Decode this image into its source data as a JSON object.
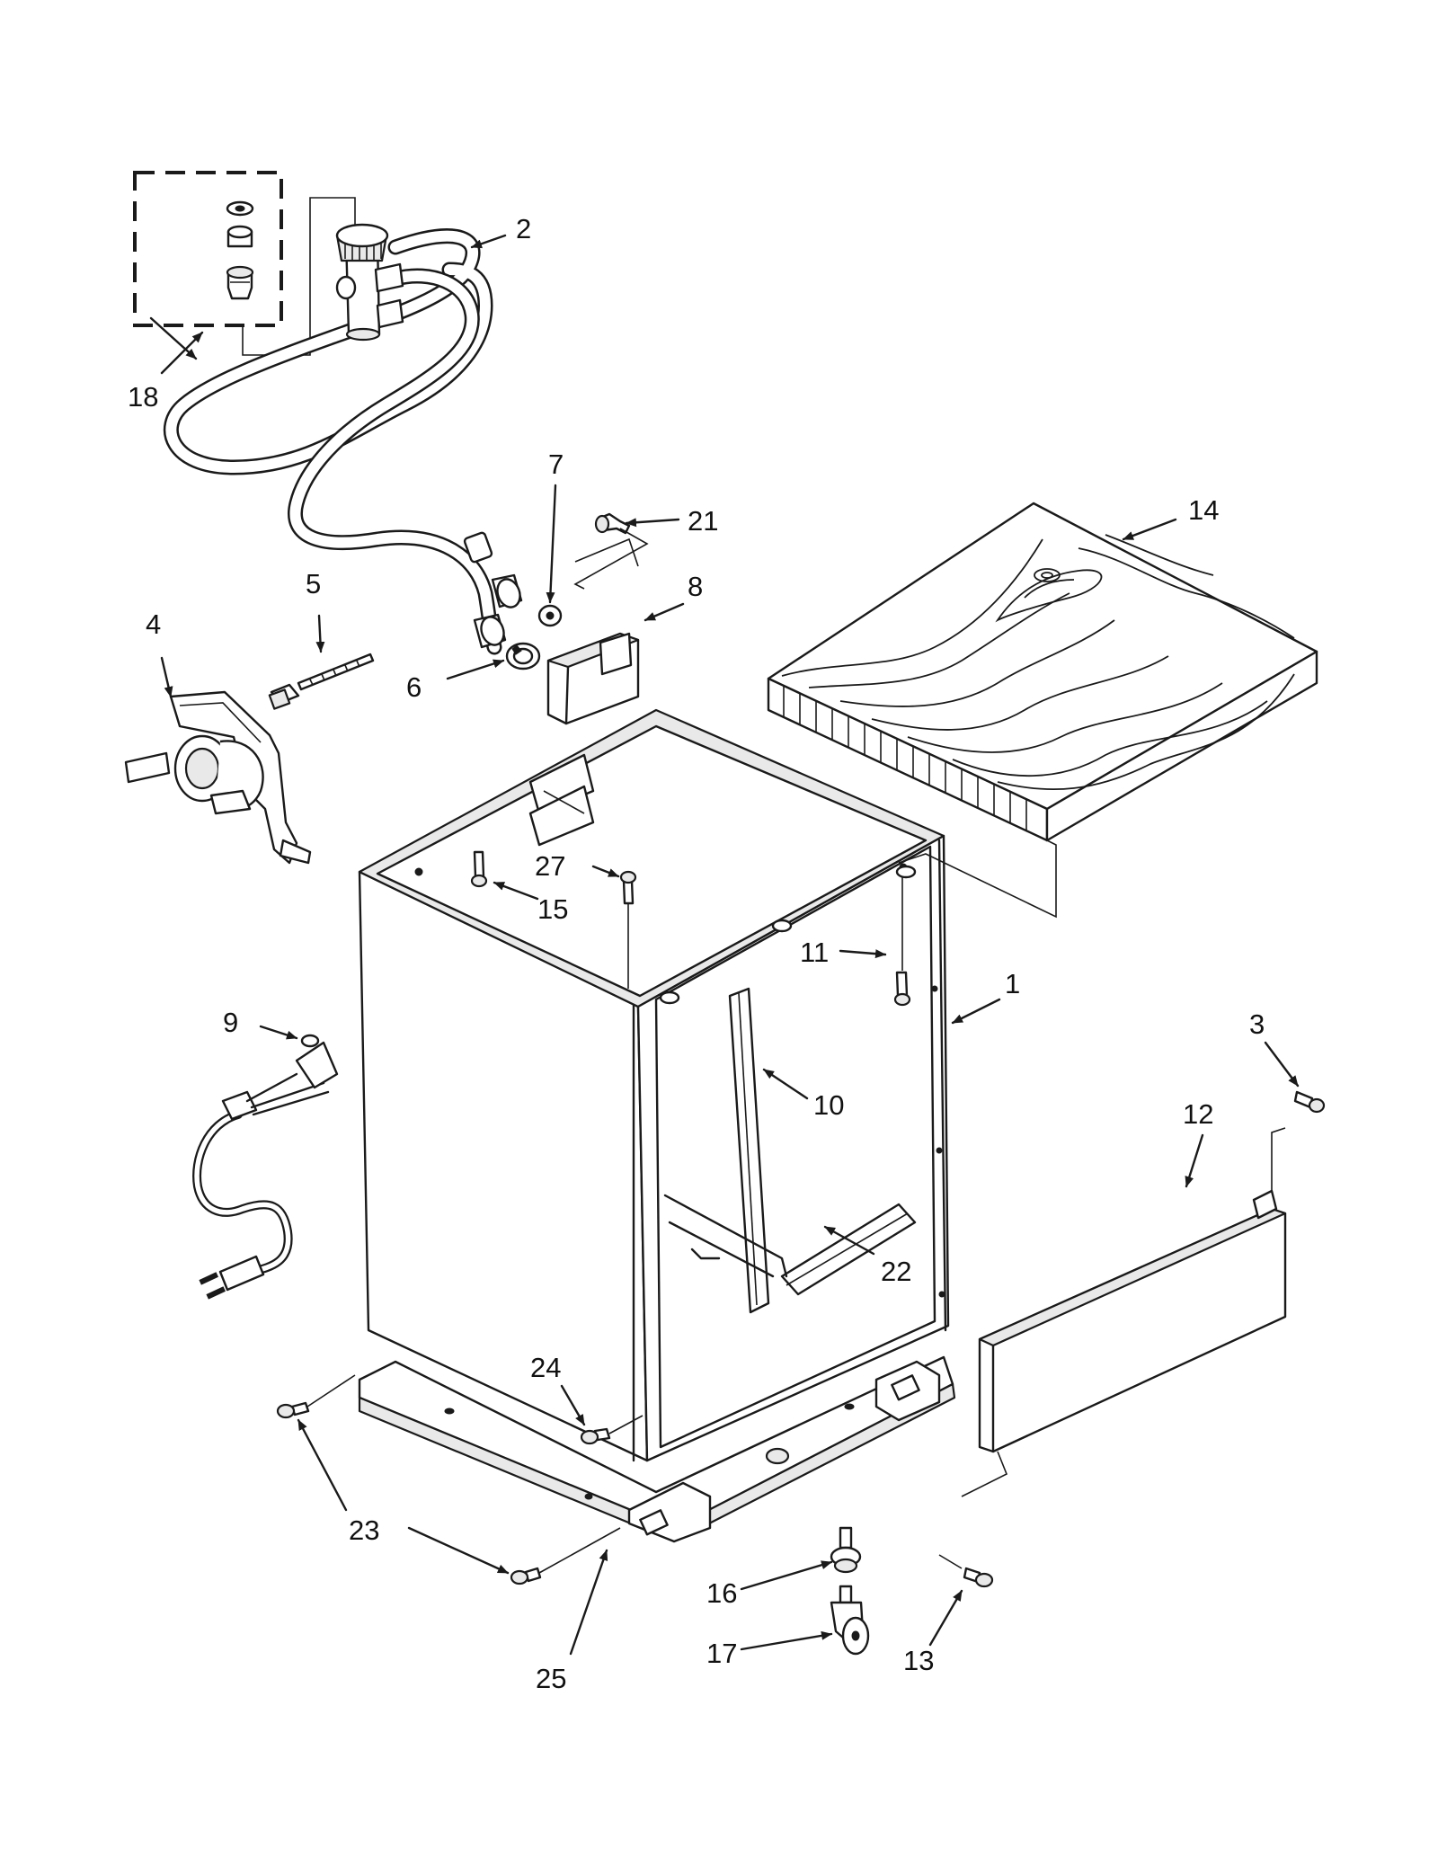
{
  "callouts": [
    {
      "id": "1",
      "label": "1"
    },
    {
      "id": "2",
      "label": "2"
    },
    {
      "id": "3",
      "label": "3"
    },
    {
      "id": "4",
      "label": "4"
    },
    {
      "id": "5",
      "label": "5"
    },
    {
      "id": "6",
      "label": "6"
    },
    {
      "id": "7",
      "label": "7"
    },
    {
      "id": "8",
      "label": "8"
    },
    {
      "id": "9",
      "label": "9"
    },
    {
      "id": "10",
      "label": "10"
    },
    {
      "id": "11",
      "label": "11"
    },
    {
      "id": "12",
      "label": "12"
    },
    {
      "id": "13",
      "label": "13"
    },
    {
      "id": "14",
      "label": "14"
    },
    {
      "id": "15",
      "label": "15"
    },
    {
      "id": "16",
      "label": "16"
    },
    {
      "id": "17",
      "label": "17"
    },
    {
      "id": "18",
      "label": "18"
    },
    {
      "id": "21",
      "label": "21"
    },
    {
      "id": "22",
      "label": "22"
    },
    {
      "id": "23",
      "label": "23"
    },
    {
      "id": "24",
      "label": "24"
    },
    {
      "id": "25",
      "label": "25"
    },
    {
      "id": "27",
      "label": "27"
    }
  ]
}
